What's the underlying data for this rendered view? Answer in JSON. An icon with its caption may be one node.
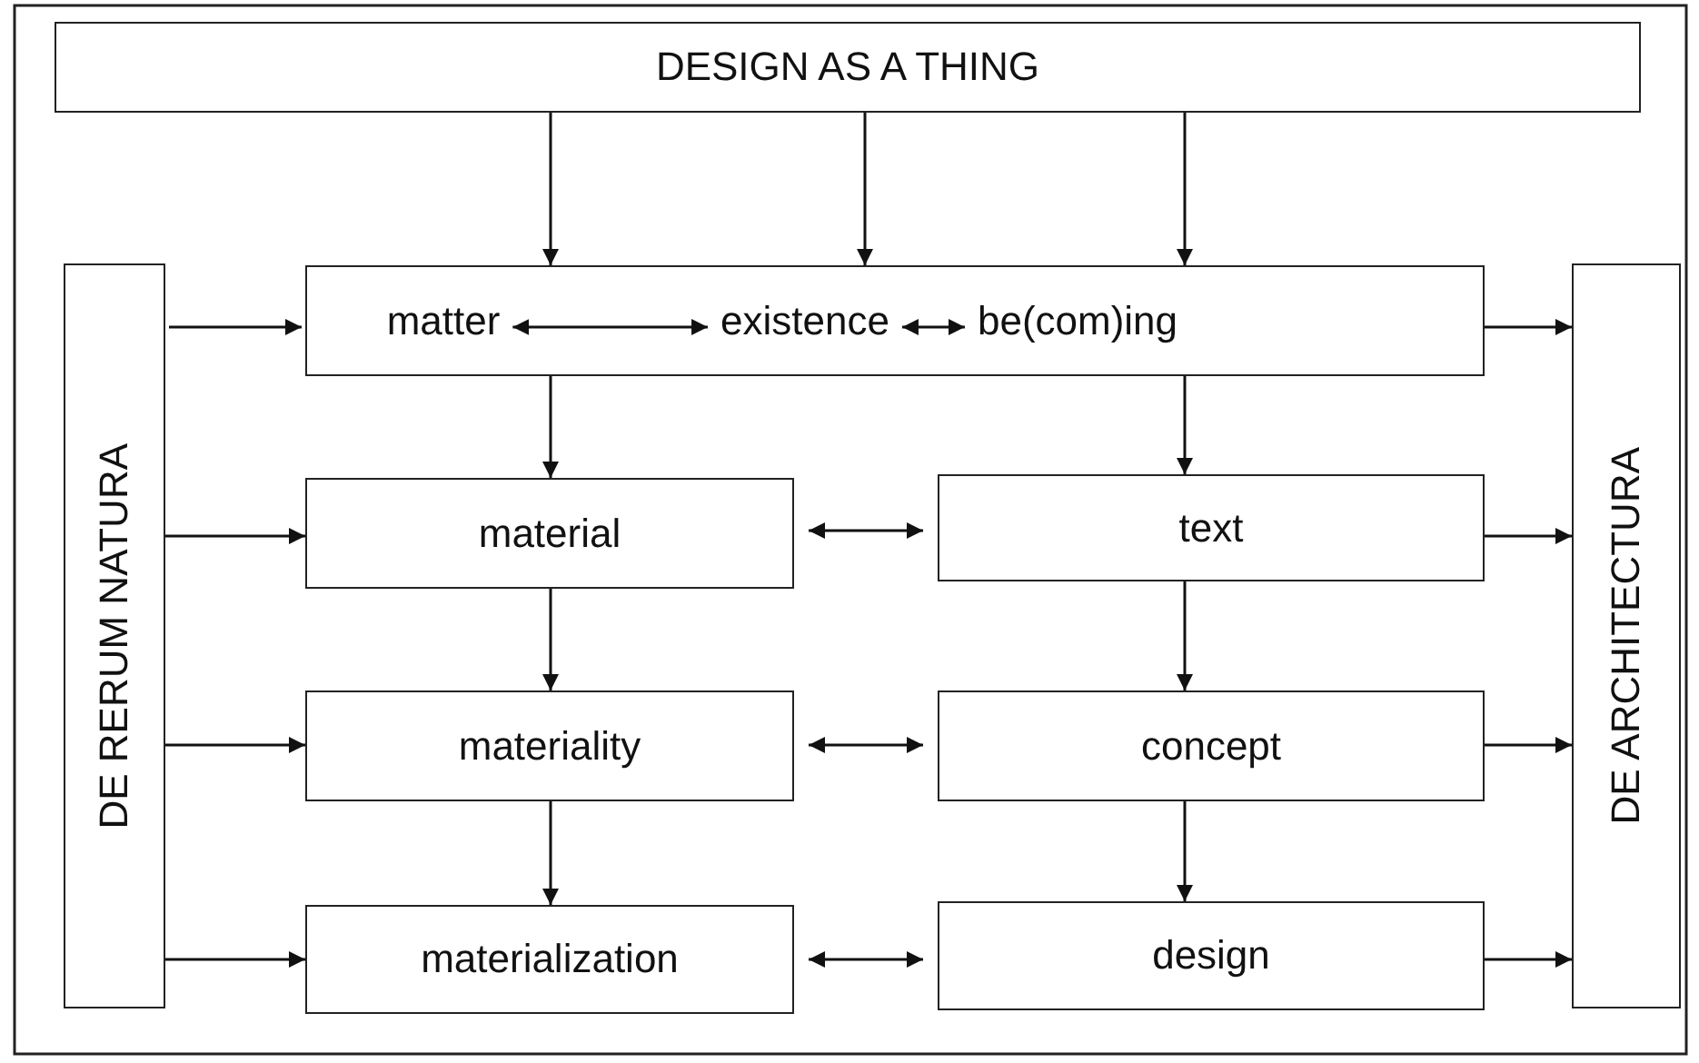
{
  "diagram": {
    "nodes": [
      {
        "text": [
          "DESIGN AS A THING"
        ]
      },
      {
        "text": [
          "DE RERUM NATURA"
        ]
      },
      {
        "text": [],
        "shape": "box"
      },
      {
        "text": [
          "matter"
        ],
        "in": 2
      },
      {
        "text": [
          "existence"
        ],
        "in": 2
      },
      {
        "text": [
          "be(com)ing"
        ],
        "in": 2
      },
      {
        "text": [
          "DE ARCHITECTURA"
        ]
      },
      {
        "text": [
          "material"
        ]
      },
      {
        "text": [
          "text"
        ]
      },
      {
        "text": [
          "materiality"
        ]
      },
      {
        "text": [
          "concept"
        ]
      },
      {
        "text": [
          "materialization"
        ]
      },
      {
        "text": [
          "design"
        ]
      }
    ],
    "edges": [
      {
        "from": 0,
        "to": 2,
        "arrow": "to"
      },
      {
        "from": 0,
        "to": 2,
        "arrow": "to"
      },
      {
        "from": 0,
        "to": 2,
        "arrow": "to"
      },
      {
        "from": 1,
        "to": 2,
        "arrow": "to"
      },
      {
        "from": 3,
        "to": 4,
        "arrow": "both"
      },
      {
        "from": 4,
        "to": 5,
        "arrow": "both"
      },
      {
        "from": 2,
        "to": 6,
        "arrow": "to"
      },
      {
        "from": 2,
        "to": 7,
        "arrow": "to"
      },
      {
        "from": 2,
        "to": 8,
        "arrow": "to"
      },
      {
        "from": 1,
        "to": 7,
        "arrow": "to"
      },
      {
        "from": 7,
        "to": 8,
        "arrow": "both"
      },
      {
        "from": 8,
        "to": 6,
        "arrow": "to"
      },
      {
        "from": 7,
        "to": 9,
        "arrow": "to"
      },
      {
        "from": 8,
        "to": 10,
        "arrow": "to"
      },
      {
        "from": 1,
        "to": 9,
        "arrow": "to"
      },
      {
        "from": 9,
        "to": 10,
        "arrow": "both"
      },
      {
        "from": 10,
        "to": 6,
        "arrow": "to"
      },
      {
        "from": 9,
        "to": 11,
        "arrow": "to"
      },
      {
        "from": 10,
        "to": 12,
        "arrow": "to"
      },
      {
        "from": 1,
        "to": 11,
        "arrow": "to"
      },
      {
        "from": 11,
        "to": 12,
        "arrow": "both"
      },
      {
        "from": 12,
        "to": 6,
        "arrow": "to"
      }
    ]
  }
}
